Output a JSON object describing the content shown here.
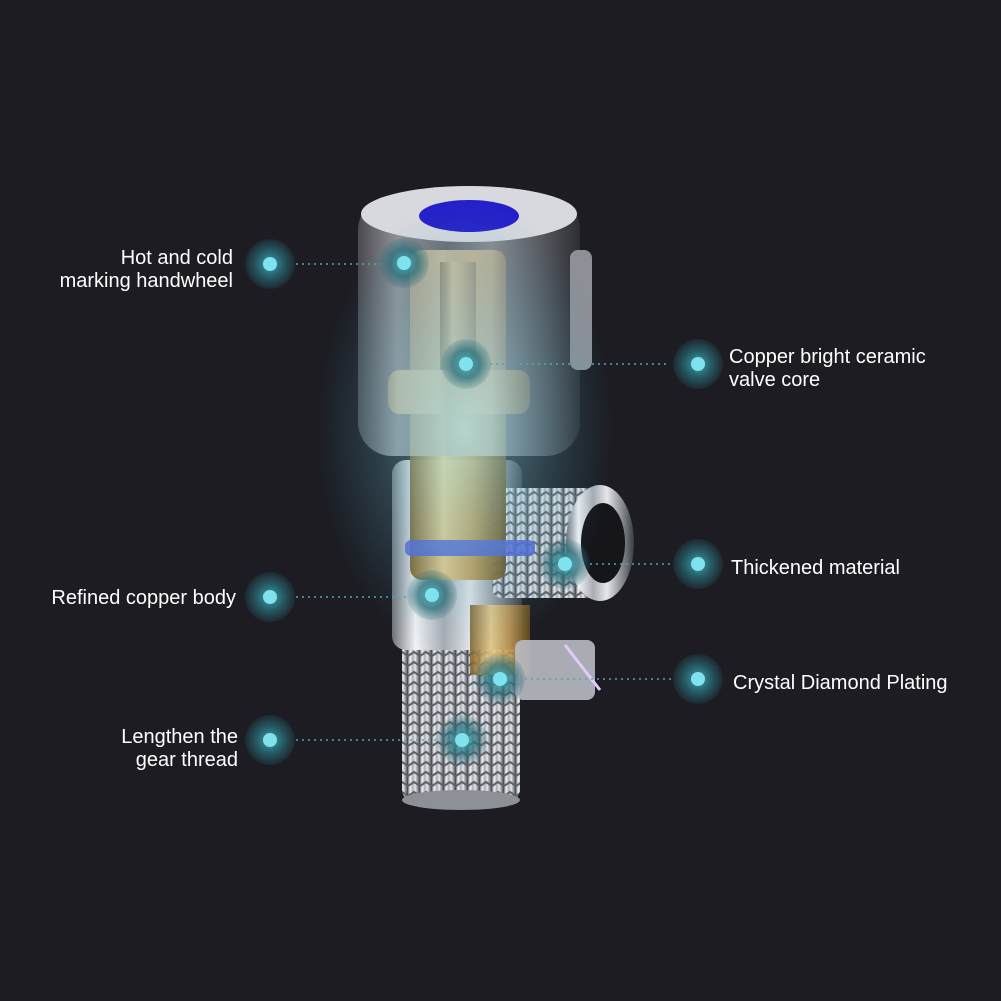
{
  "annotations": {
    "handwheel": {
      "line1": "Hot and cold",
      "line2": "marking handwheel"
    },
    "valve_core": {
      "line1": "Copper bright ceramic",
      "line2": "valve core"
    },
    "thickened": {
      "line1": "Thickened material"
    },
    "copper_body": {
      "line1": "Refined copper body"
    },
    "plating": {
      "line1": "Crystal Diamond Plating"
    },
    "thread": {
      "line1": "Lengthen the",
      "line2": "gear thread"
    }
  },
  "colors": {
    "background": "#1c1c22",
    "marker": "#3fb6c4",
    "marker_halo": "#2a6d78",
    "chrome": "#c9ccd2",
    "brass": "#c49a4e",
    "cap_insert": "#2420c8"
  },
  "icons": [
    "marker-dot-icon"
  ]
}
